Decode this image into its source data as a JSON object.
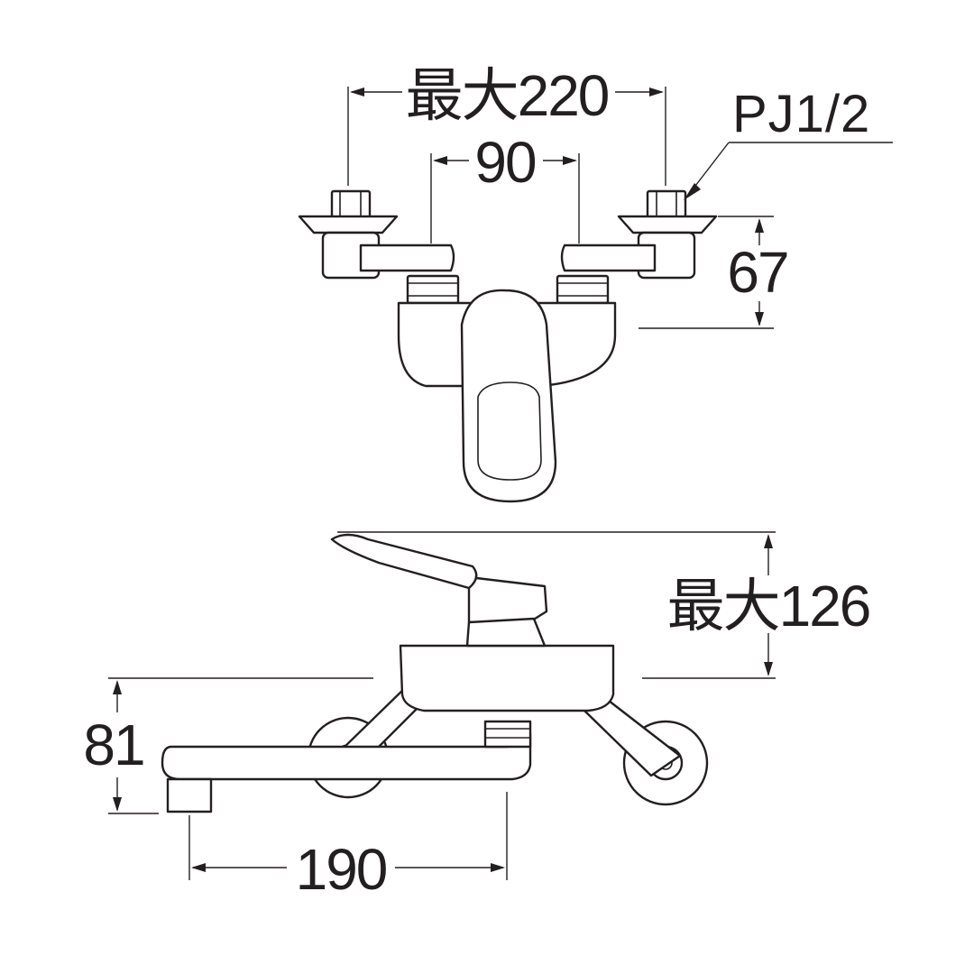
{
  "dimensions": {
    "max_width": "最大220",
    "pipe_spacing": "90",
    "pipe_thread": "PJ1/2",
    "fitting_height": "67",
    "max_height": "最大126",
    "spout_height": "81",
    "spout_reach": "190"
  },
  "colors": {
    "line": "#231f20",
    "background": "#ffffff"
  }
}
